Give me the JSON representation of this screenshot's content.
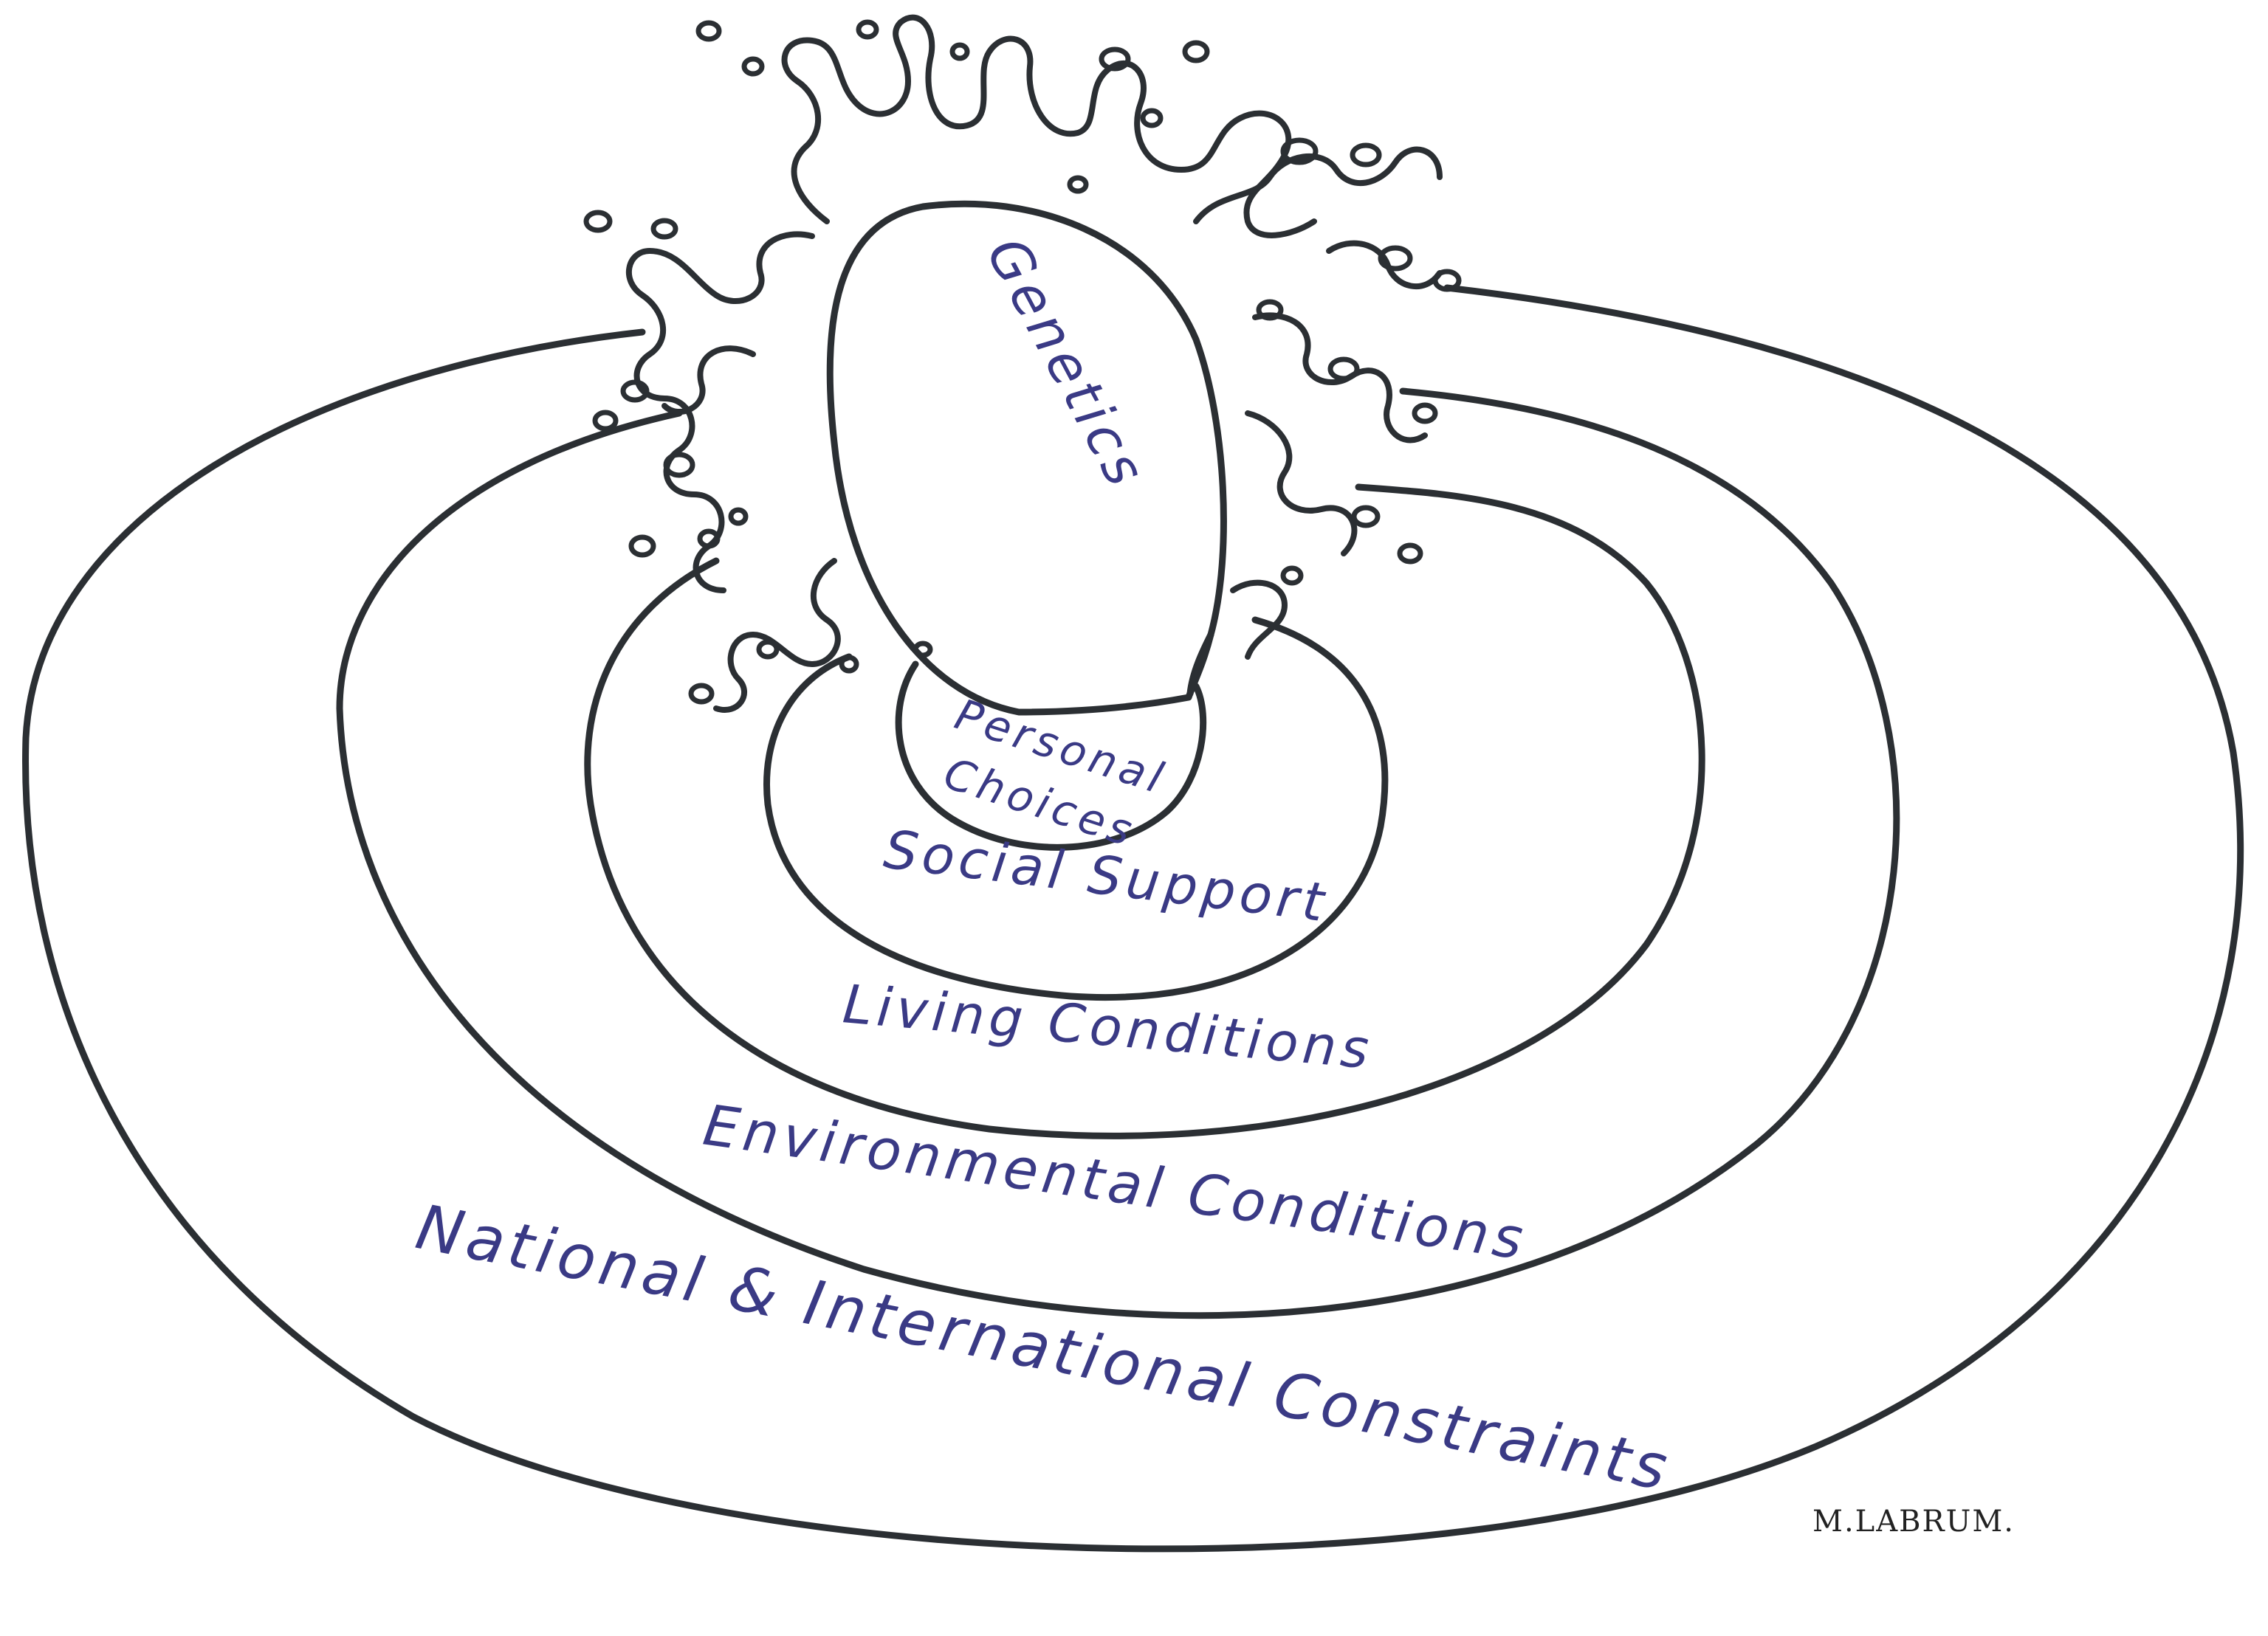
{
  "diagram": {
    "labels": {
      "genetics": "Genetics",
      "personal_choices_line1": "Personal",
      "personal_choices_line2": "Choices",
      "social_support": "Social Support",
      "living_conditions": "Living Conditions",
      "environmental_conditions": "Environmental Conditions",
      "national_international": "National & International Constraints"
    },
    "signature": "M.LABRUM.",
    "colors": {
      "ink": "#2b2f33",
      "label_ink": "#3a3a85",
      "paper": "#ffffff"
    }
  }
}
